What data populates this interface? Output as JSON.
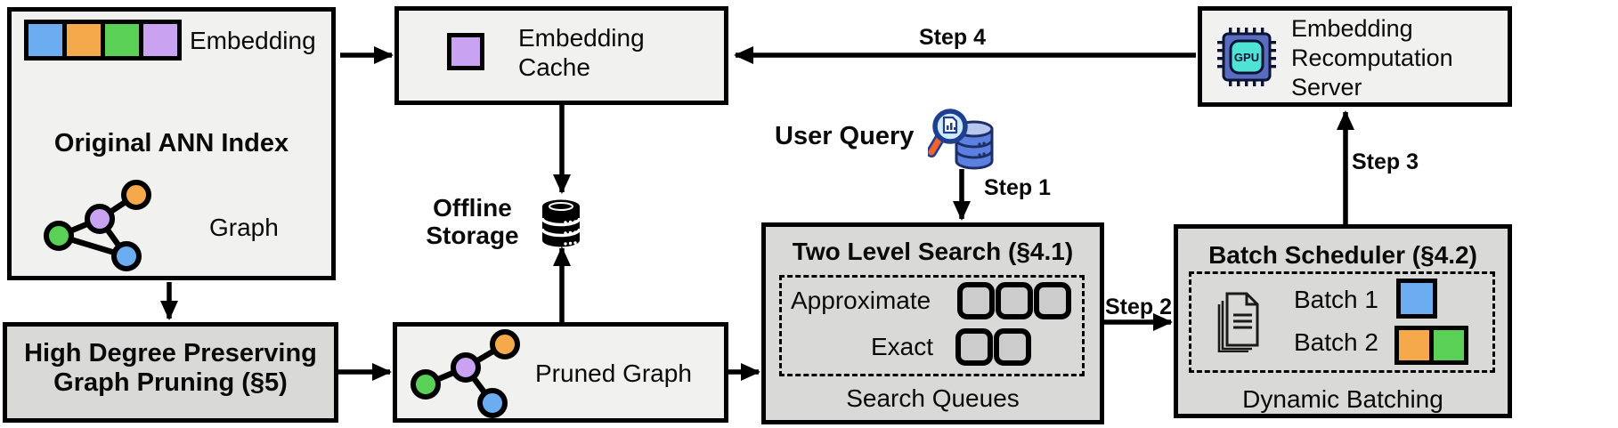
{
  "palette": {
    "node_blue": "#6cadf2",
    "node_orange": "#f6a94b",
    "node_green": "#5bd056",
    "node_purple": "#c9a2f2",
    "box_light": "#f1f1f0",
    "box_gray": "#d9d9d8",
    "queue_fill": "#cccccc",
    "chip_body": "#5a6cc0",
    "chip_inner": "#4fe3d6",
    "db_blue": "#5b80e0",
    "db_top": "#b9c6ee",
    "db_outline": "#1e2f66",
    "lens_blue": "#cfeaf8",
    "handle_orange": "#f4622e",
    "rim_navy": "#1e3f8f",
    "line_black": "#000000"
  },
  "ann_index": {
    "embedding_label": "Embedding",
    "title": "Original ANN Index",
    "graph_label": "Graph"
  },
  "embedding_cache": {
    "label": "Embedding Cache"
  },
  "offline_storage": {
    "line1": "Offline",
    "line2": "Storage"
  },
  "recomputation_server": {
    "label": "Embedding Recomputation Server",
    "chip_text": "GPU"
  },
  "user_query": {
    "label": "User Query"
  },
  "steps": {
    "step1": "Step 1",
    "step2": "Step 2",
    "step3": "Step 3",
    "step4": "Step 4"
  },
  "two_level_search": {
    "title": "Two Level Search (§4.1)",
    "approximate_label": "Approximate",
    "exact_label": "Exact",
    "caption": "Search Queues",
    "approximate_slots": 3,
    "exact_slots": 2
  },
  "batch_scheduler": {
    "title": "Batch Scheduler (§4.2)",
    "batch1_label": "Batch 1",
    "batch2_label": "Batch 2",
    "caption": "Dynamic Batching"
  },
  "high_degree_pruning": {
    "line1": "High Degree Preserving",
    "line2": "Graph Pruning (§5)"
  },
  "pruned_graph": {
    "label": "Pruned Graph"
  },
  "icons": {
    "embedding-vector-icon": "four colored squares strip",
    "graph-icon": "node-link graph",
    "cached-embedding-icon": "purple square",
    "database-icon": "black database cylinder",
    "query-search-icon": "magnifier over blue database stack",
    "gpu-chip-icon": "GPU processor chip",
    "documents-icon": "stacked pages",
    "queue-slot-icon": "rounded square slot"
  }
}
